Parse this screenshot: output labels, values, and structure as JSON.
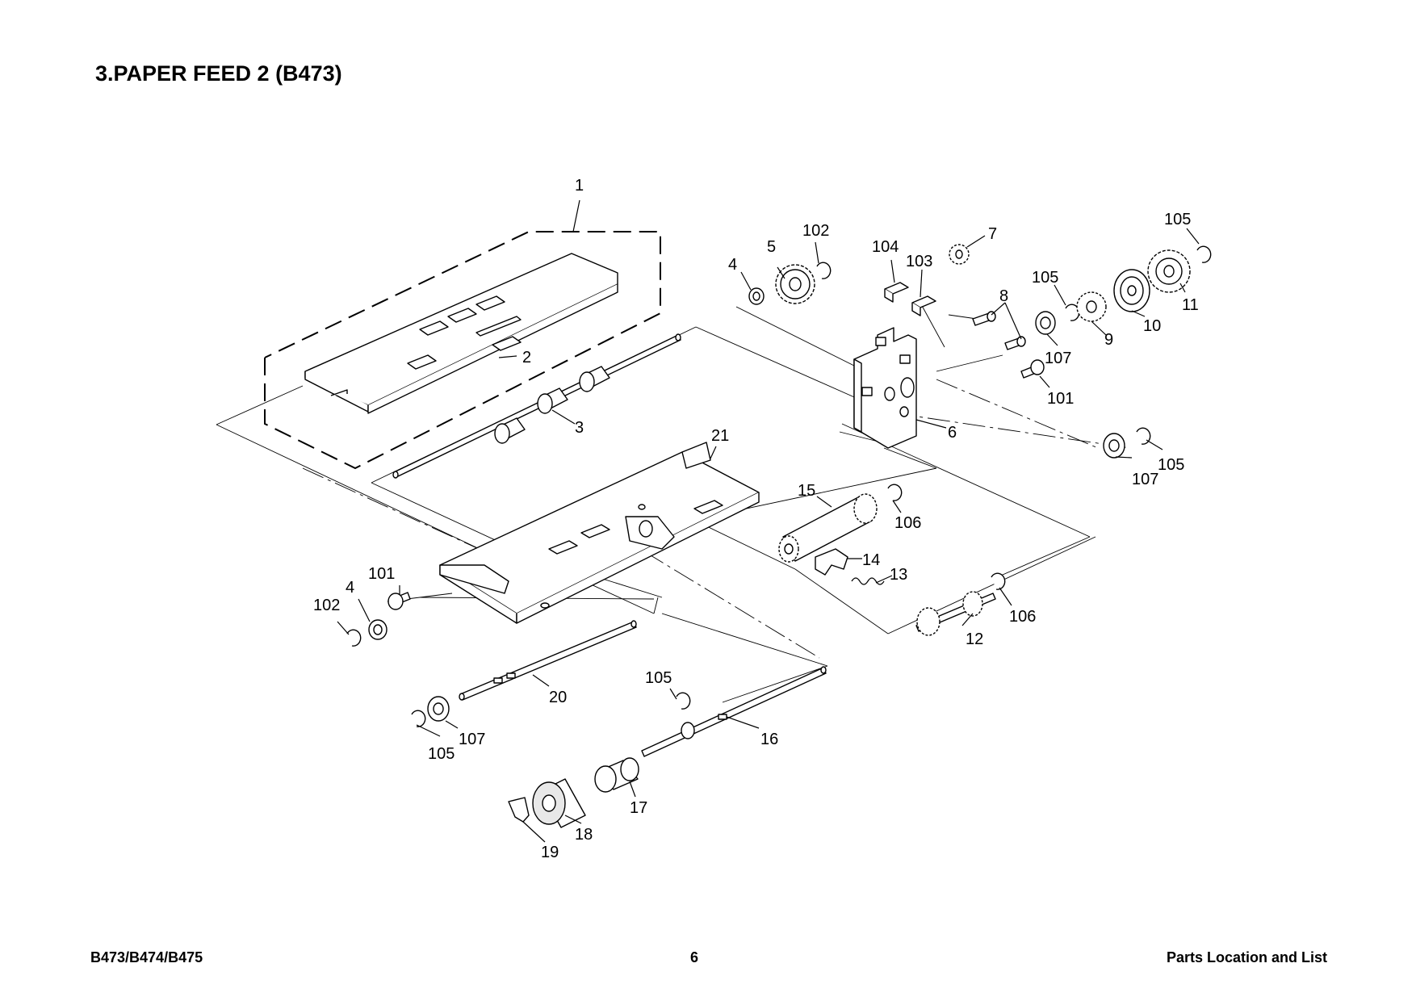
{
  "title": "3.PAPER FEED 2 (B473)",
  "footer": {
    "left": "B473/B474/B475",
    "center": "6",
    "right": "Parts Location and List"
  },
  "callouts": [
    "1",
    "2",
    "3",
    "4",
    "5",
    "102",
    "104",
    "103",
    "7",
    "105",
    "8",
    "105",
    "9",
    "10",
    "11",
    "107",
    "101",
    "6",
    "21",
    "15",
    "106",
    "14",
    "13",
    "107",
    "105",
    "101",
    "4",
    "102",
    "106",
    "12",
    "20",
    "105",
    "16",
    "107",
    "105",
    "17",
    "18",
    "19"
  ]
}
